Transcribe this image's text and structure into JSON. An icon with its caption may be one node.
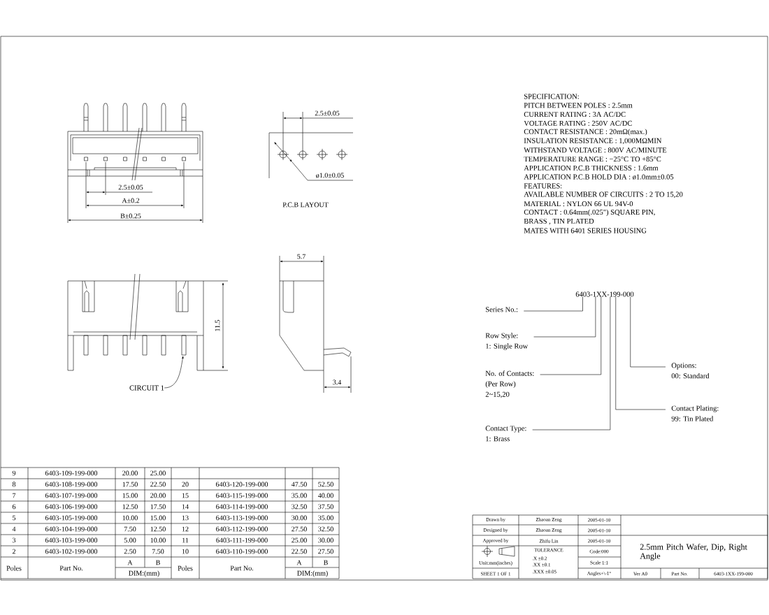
{
  "diagram": {
    "nodes": [
      {
        "text": [
          "6403-1XX-199-000"
        ]
      },
      {
        "text": [
          "Series No.:"
        ]
      },
      {
        "text": [
          "Row Style:",
          "1: Single Row"
        ]
      },
      {
        "text": [
          "No. of Contacts:",
          "(Per Row)",
          "2~15,20"
        ]
      },
      {
        "text": [
          "Contact Type:",
          "1: Brass"
        ]
      },
      {
        "text": [
          "Options:",
          "00: Standard"
        ]
      },
      {
        "text": [
          "Contact Plating:",
          "99: Tin Plated"
        ]
      },
      {
        "text": [
          "CIRCUIT 1"
        ]
      }
    ],
    "edges": [
      {
        "from": 1,
        "to": 0,
        "arrow": "none"
      },
      {
        "from": 2,
        "to": 0,
        "arrow": "none"
      },
      {
        "from": 3,
        "to": 0,
        "arrow": "none"
      },
      {
        "from": 4,
        "to": 0,
        "arrow": "none"
      },
      {
        "from": 5,
        "to": 0,
        "arrow": "none"
      },
      {
        "from": 6,
        "to": 0,
        "arrow": "none"
      },
      {
        "from": 7,
        "to": null,
        "arrow": "to"
      }
    ],
    "labels": [
      "2.5±0.05",
      "A±0.2",
      "B±0.25",
      "2.5±0.05",
      "ø1.0±0.05",
      "P.C.B LAYOUT",
      "SPECIFICATION:",
      "PITCH BETWEEN POLES : 2.5mm",
      "CURRENT RATING : 3A AC/DC",
      "VOLTAGE RATING : 250V AC/DC",
      "CONTACT RESISTANCE : 20mΩ(max.)",
      "INSULATION RESISTANCE : 1,000MΩMIN",
      "WITHSTAND VOLTAGE : 800V AC/MINUTE",
      "TEMPERATURE RANGE : −25°C TO +85°C",
      "APPLICATION P.C.B THICKNESS : 1.6mm",
      "APPLICATION P.C.B HOLD DIA : ø1.0mm±0.05",
      "FEATURES:",
      "AVAILABLE NUMBER OF CIRCUITS : 2 TO 15,20",
      "MATERIAL : NYLON 66 UL 94V-0",
      "CONTACT : 0.64mm(.025\") SQUARE PIN,",
      "BRASS , TIN PLATED",
      "MATES WITH 6401 SERIES HOUSING",
      "5.7",
      "11.5",
      "3.4",
      "9",
      "6403-109-199-000",
      "20.00",
      "25.00",
      "8",
      "6403-108-199-000",
      "17.50",
      "22.50",
      "20",
      "6403-120-199-000",
      "47.50",
      "52.50",
      "7",
      "6403-107-199-000",
      "15.00",
      "20.00",
      "15",
      "6403-115-199-000",
      "35.00",
      "40.00",
      "6",
      "6403-106-199-000",
      "12.50",
      "17.50",
      "14",
      "6403-114-199-000",
      "32.50",
      "37.50",
      "5",
      "6403-105-199-000",
      "10.00",
      "15.00",
      "13",
      "6403-113-199-000",
      "30.00",
      "35.00",
      "4",
      "6403-104-199-000",
      "7.50",
      "12.50",
      "12",
      "6403-112-199-000",
      "27.50",
      "32.50",
      "3",
      "6403-103-199-000",
      "5.00",
      "10.00",
      "11",
      "6403-111-199-000",
      "25.00",
      "30.00",
      "2",
      "6403-102-199-000",
      "2.50",
      "7.50",
      "10",
      "6403-110-199-000",
      "22.50",
      "27.50",
      "Poles",
      "Part No.",
      "A",
      "B",
      "Poles",
      "Part No.",
      "A",
      "B",
      "DIM:(mm)",
      "DIM:(mm)",
      "Drawn by",
      "Zhaoan Zeng",
      "2005-01-10",
      "Designed by",
      "Zhaoan Zeng",
      "2005-01-10",
      "Approved by",
      "Zhifu Lin",
      "2005-01-10",
      "TOLERANCE",
      "Code:000",
      "2.5mm Pitch Wafer, Dip, Right Angle",
      "Unit:mm(inches)",
      ".X ±0.2",
      "Scale 1:1",
      ".XX ±0.1",
      "SHEET 1 OF 1",
      ".XXX ±0.05",
      "Angles+\\-1°",
      "Ver A0",
      "Part No.",
      "6403-1XX-199-000"
    ]
  }
}
